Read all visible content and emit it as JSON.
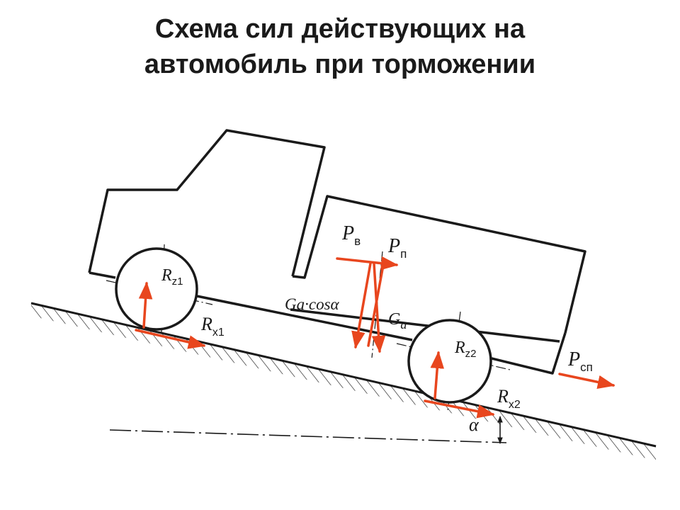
{
  "title": {
    "line1": "Схема сил действующих на",
    "line2": "автомобиль при торможении"
  },
  "labels": {
    "pv": {
      "main": "P",
      "sub": "в"
    },
    "pp": {
      "main": "P",
      "sub": "п"
    },
    "rz1": {
      "main": "R",
      "sub": "z1"
    },
    "rx1": {
      "main": "R",
      "sub": "x1"
    },
    "gacos": {
      "text": "Ga·cosα"
    },
    "ga": {
      "main": "G",
      "sub": "a"
    },
    "rz2": {
      "main": "R",
      "sub": "z2"
    },
    "rx2": {
      "main": "R",
      "sub": "x2"
    },
    "psp": {
      "main": "P",
      "sub": "сп"
    },
    "alpha": {
      "text": "α"
    }
  },
  "colors": {
    "ink": "#1a1a1a",
    "force": "#e8461e",
    "background": "#ffffff"
  }
}
